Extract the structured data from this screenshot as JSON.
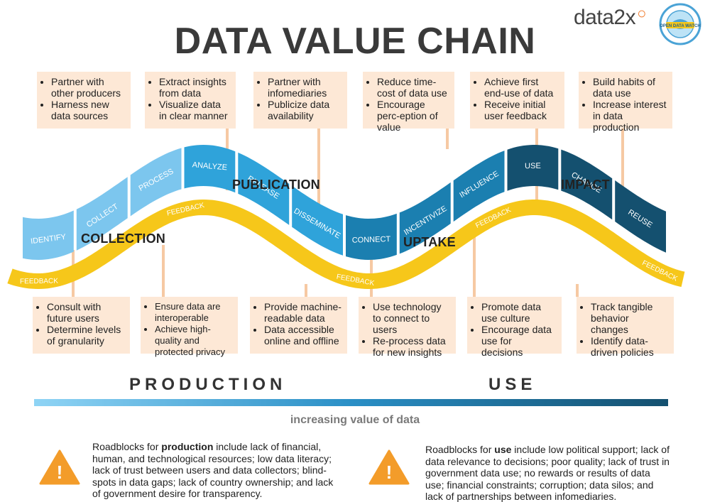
{
  "header": {
    "brand": "data2x",
    "seal_text": "OPEN DATA WATCH",
    "title": "DATA VALUE CHAIN"
  },
  "stages": {
    "collection": "COLLECTION",
    "publication": "PUBLICATION",
    "uptake": "UPTAKE",
    "impact": "IMPACT"
  },
  "segments": [
    "IDENTIFY",
    "COLLECT",
    "PROCESS",
    "ANALYZE",
    "RELEASE",
    "DISSEMINATE",
    "CONNECT",
    "INCENTIVIZE",
    "INFLUENCE",
    "USE",
    "CHANGE",
    "REUSE"
  ],
  "feedback_label": "FEEDBACK",
  "top_boxes": [
    [
      "Partner with other producers",
      "Harness new data sources"
    ],
    [
      "Extract insights from data",
      "Visualize data in clear manner"
    ],
    [
      "Partner with infomediaries",
      "Publicize data availability"
    ],
    [
      "Reduce time-cost of data use",
      "Encourage perc-eption of value"
    ],
    [
      "Achieve first end-use of data",
      "Receive initial user feedback"
    ],
    [
      "Build habits of data use",
      "Increase interest in data production"
    ]
  ],
  "bottom_boxes": [
    [
      "Consult with future users",
      "Determine levels of granularity"
    ],
    [
      "Ensure data are interoperable",
      "Achieve high-quality and protected privacy"
    ],
    [
      "Provide machine-readable data",
      "Data accessible online and offline"
    ],
    [
      "Use technology to connect to users",
      "Re-process data for new insights"
    ],
    [
      "Promote data use culture",
      "Encourage data use for decisions"
    ],
    [
      "Track tangible behavior changes",
      "Identify data-driven policies"
    ]
  ],
  "axis": {
    "production": "PRODUCTION",
    "use": "USE",
    "caption": "increasing value of data"
  },
  "roadblocks": {
    "production_prefix": "Roadblocks for ",
    "production_bold": "production",
    "production_text": " include lack of financial, human, and technological resources; low data literacy; lack of trust between users and data collectors; blind-spots in data gaps; lack of country ownership; and lack of government desire for transparency.",
    "use_prefix": "Roadblocks for ",
    "use_bold": "use",
    "use_text": " include low political support; lack of data relevance to decisions; poor quality; lack of trust in government data use; no rewards or results of data use; financial constraints; corruption; data silos; and lack of partnerships between infomediaries.",
    "warning_glyph": "!"
  },
  "colors": {
    "light_blue": "#7cc6ee",
    "mid_blue": "#2fa3da",
    "teal_blue": "#1b7fb0",
    "dark_blue": "#14506f",
    "yellow": "#f6c71a",
    "box_fill": "#fde8d6",
    "box_line": "#f6c9a3",
    "warning": "#f39c2a"
  }
}
